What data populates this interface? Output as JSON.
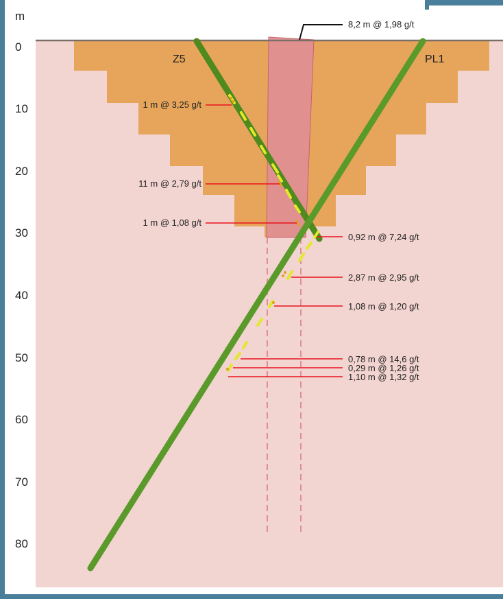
{
  "depth_unit": "m",
  "depth_ticks": [
    "0",
    "10",
    "20",
    "30",
    "40",
    "50",
    "60",
    "70",
    "80"
  ],
  "drill_holes": [
    {
      "name": "Z5",
      "color": "#4e8a1e"
    },
    {
      "name": "PL1",
      "color": "#5a9a2a"
    }
  ],
  "surface_sample": "8,2 m @ 1,98 g/t",
  "assays_left": [
    "1 m @ 3,25 g/t",
    "11 m @ 2,79 g/t",
    "1 m @ 1,08 g/t"
  ],
  "assays_right": [
    "0,92 m @ 7,24 g/t",
    "2,87 m @ 2,95 g/t",
    "1,08 m @ 1,20 g/t",
    "0,78 m @ 14,6 g/t",
    "0,29 m @ 1,26 g/t",
    "1,10 m @ 1,32 g/t"
  ],
  "colors": {
    "frame": "#4a7f9c",
    "bedrock": "#f2d4d0",
    "pit": "#e6a55a",
    "vein": "#df8f94",
    "mineralized_interval": "#e4e82a",
    "leader_line": "#e8141e"
  }
}
